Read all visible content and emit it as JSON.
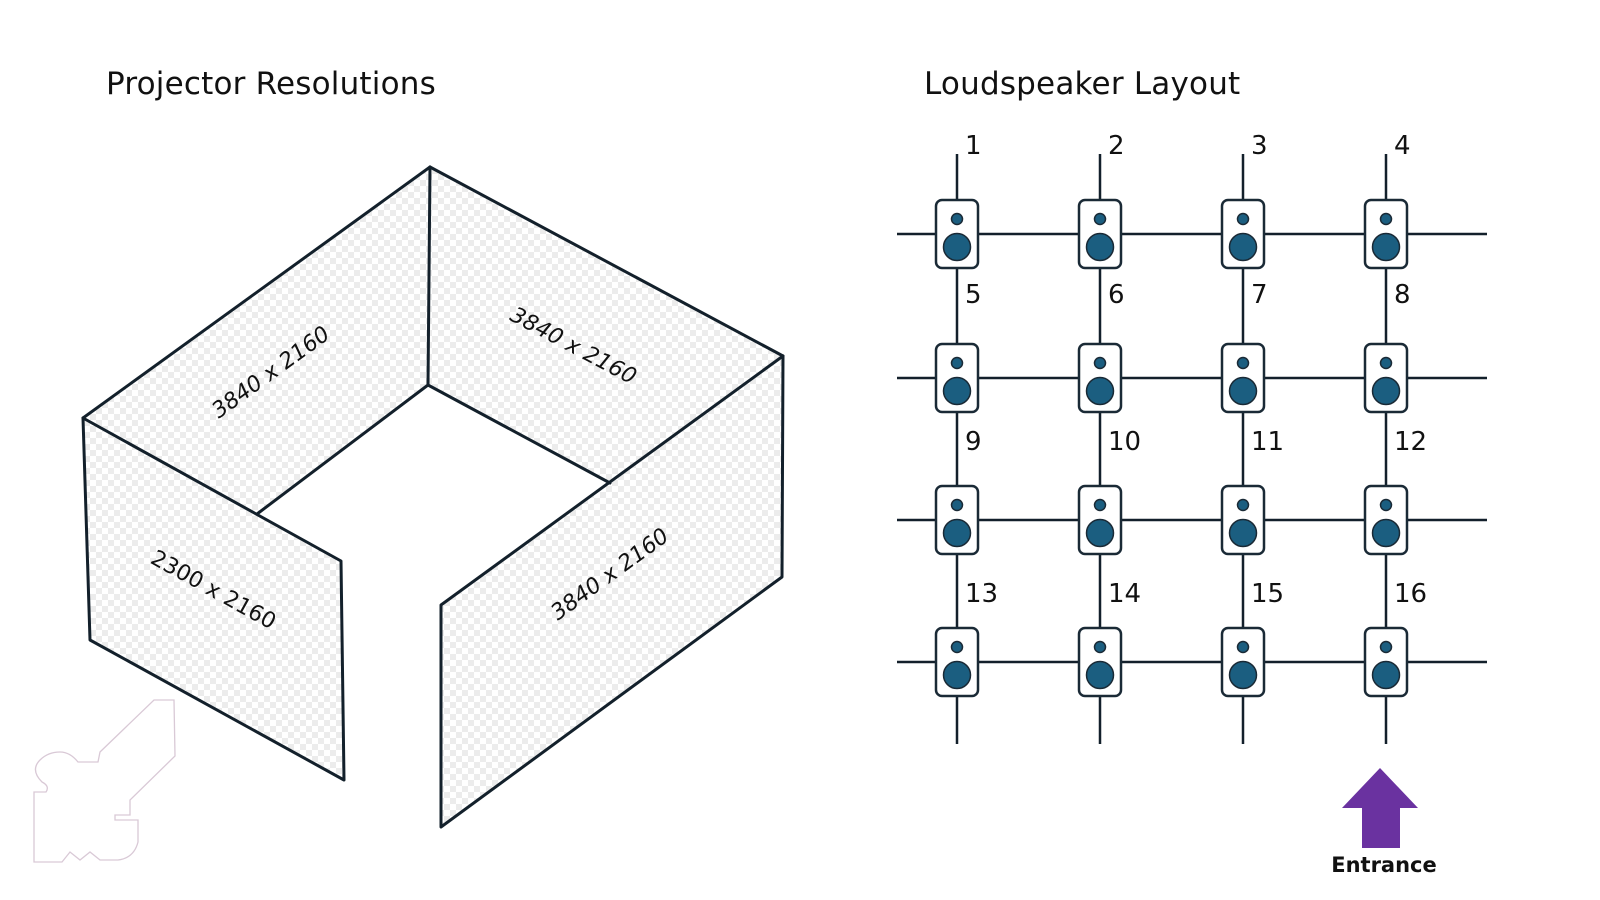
{
  "left_panel": {
    "title": "Projector Resolutions",
    "screens": [
      {
        "id": "back-left",
        "resolution": "3840 x 2160"
      },
      {
        "id": "back-right",
        "resolution": "3840 x 2160"
      },
      {
        "id": "front-left",
        "resolution": "2300 x 2160"
      },
      {
        "id": "front-right",
        "resolution": "3840 x 2160"
      }
    ]
  },
  "right_panel": {
    "title": "Loudspeaker Layout",
    "grid": {
      "rows": 4,
      "columns": 4
    },
    "channel_labels": [
      "1",
      "2",
      "3",
      "4",
      "5",
      "6",
      "7",
      "8",
      "9",
      "10",
      "11",
      "12",
      "13",
      "14",
      "15",
      "16"
    ],
    "entrance_label": "Entrance"
  },
  "colors": {
    "line": "#13202b",
    "speaker_fill": "#1b5e80",
    "speaker_outline": "#1a2a36",
    "entrance_arrow": "#6a32a0",
    "checker_light": "#ffffff",
    "checker_dark": "#ececec",
    "logo_outline": "#d9c9d6"
  },
  "icons": {
    "speaker": "loudspeaker-icon",
    "arrow": "up-arrow-icon",
    "watermark": "logo-outline-icon"
  }
}
